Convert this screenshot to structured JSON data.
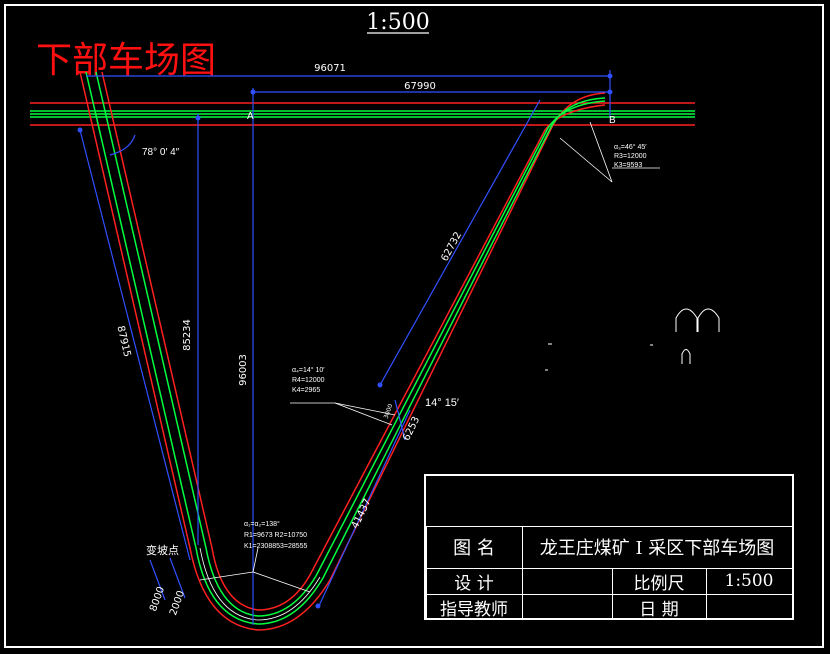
{
  "scale_title": "1:500",
  "drawing_title": "下部车场图",
  "dimensions": {
    "d_96071": "96071",
    "d_67990": "67990",
    "d_87915": "87915",
    "d_85234": "85234",
    "d_96003": "96003",
    "d_62732": "62732",
    "d_41437": "41437",
    "d_6253": "6253",
    "d_8000": "8000",
    "d_2000": "2000",
    "d_small": "3000"
  },
  "points": {
    "a": "A",
    "b": "B"
  },
  "angles": {
    "main": "78°  0′ 4″",
    "mid": "14° 15′"
  },
  "curve_specs": {
    "b_curve": [
      "α₃=46° 45′",
      "R3=12000",
      "K3=9593"
    ],
    "mid_curve": [
      "α₄=14° 10′",
      "R4=12000",
      "K4=2965"
    ],
    "bottom_curve": [
      "α₁=α₂=138°",
      "R1=9673  R2=10750",
      "K1=2308853=28555"
    ]
  },
  "labels": {
    "change_point": "变坡点"
  },
  "title_block": {
    "name_label": "图    名",
    "name_value": "龙王庄煤矿 I 采区下部车场图",
    "design_label": "设    计",
    "design_value": "",
    "scale_label": "比例尺",
    "scale_value": "1:500",
    "instructor_label": "指导教师",
    "instructor_value": "",
    "date_label": "日    期",
    "date_value": ""
  },
  "colors": {
    "background": "#000000",
    "track_red": "#ff2020",
    "track_green": "#00ff40",
    "dimension_blue": "#3050ff",
    "text_white": "#ffffff",
    "title_red": "#ff1010"
  }
}
